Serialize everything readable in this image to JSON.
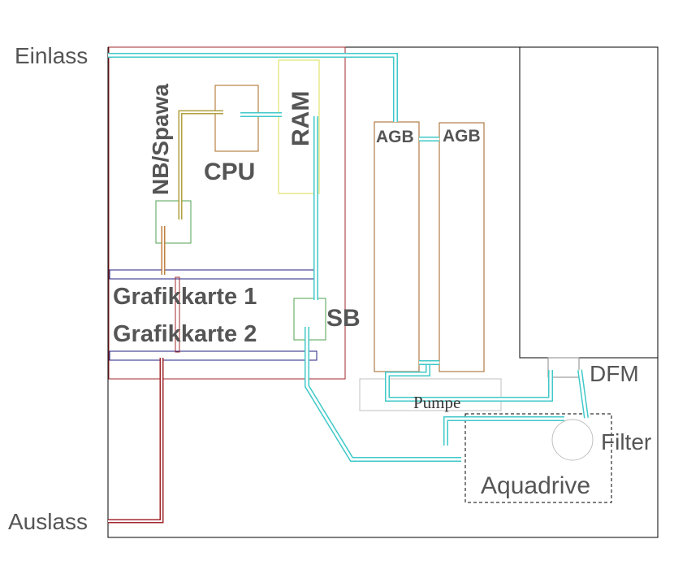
{
  "labels": {
    "inlet": "Einlass",
    "outlet": "Auslass",
    "nb_spawa": "NB/Spawa",
    "cpu": "CPU",
    "ram": "RAM",
    "agb_left": "AGB",
    "agb_right": "AGB",
    "gpu1": "Grafikkarte 1",
    "gpu2": "Grafikkarte 2",
    "sb": "SB",
    "pump": "Pumpe",
    "dfm": "DFM",
    "filter": "Filter",
    "aquadrive": "Aquadrive"
  },
  "colors": {
    "case_outline": "#000000",
    "board_outline": "#a0282e",
    "tubing": "#40c8c8",
    "cpu_block": "#a86820",
    "ram_block": "#dcdc50",
    "nb_block": "#50a050",
    "sb_block": "#50a050",
    "gpu_slot": "#202080",
    "agb_block": "#a06020",
    "pump_box": "#c0c0c0",
    "label_text": "#555555"
  }
}
